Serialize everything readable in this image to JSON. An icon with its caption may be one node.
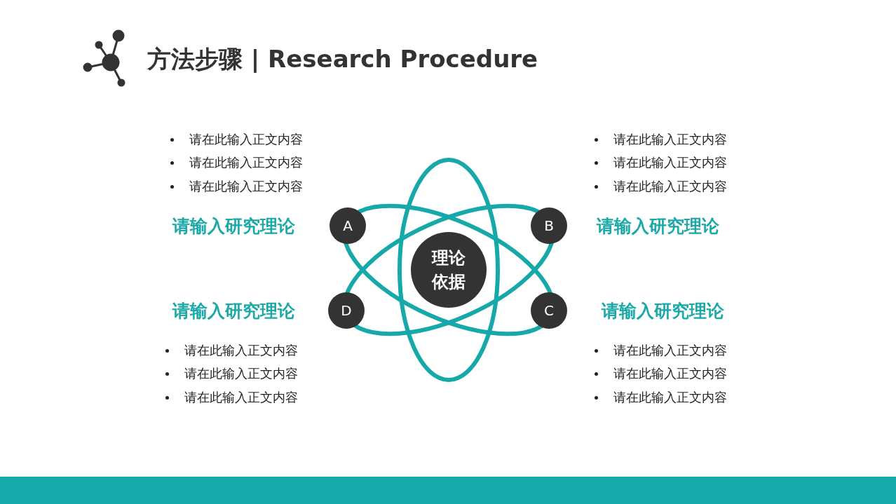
{
  "diagram": {
    "title": "方法步骤 | Research Procedure",
    "nodes": [
      {
        "text": [
          "A"
        ]
      },
      {
        "text": [
          "B"
        ]
      },
      {
        "text": [
          "理论依据"
        ]
      },
      {
        "text": [
          "D"
        ]
      },
      {
        "text": [
          "C"
        ]
      }
    ],
    "labels": [
      "请在此输入正文内容",
      "请在此输入正文内容",
      "请在此输入正文内容",
      "请在此输入正文内容",
      "请在此输入正文内容",
      "请在此输入正文内容",
      "请输入研究理论",
      "请输入研究理论",
      "请输入研究理论",
      "请输入研究理论",
      "请在此输入正文内容",
      "请在此输入正文内容",
      "请在此输入正文内容",
      "请在此输入正文内容",
      "请在此输入正文内容",
      "请在此输入正文内容"
    ]
  }
}
